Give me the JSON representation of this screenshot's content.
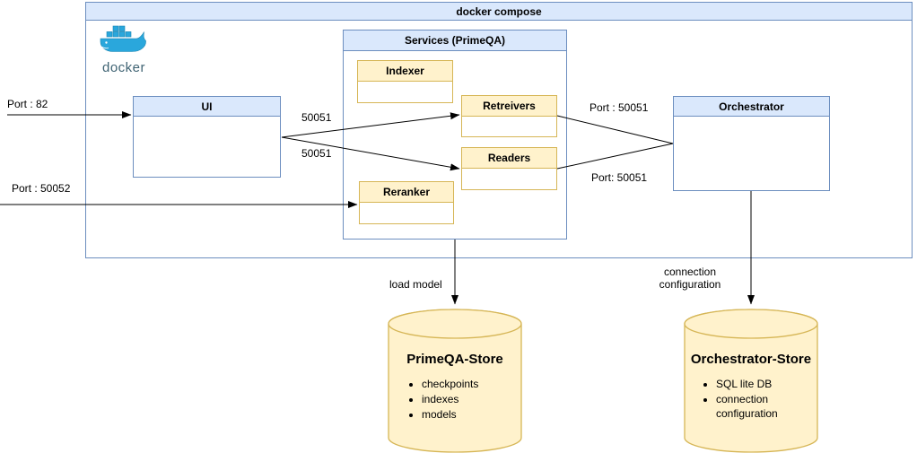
{
  "diagram": {
    "outer_group": {
      "title": "docker compose"
    },
    "logo": {
      "label": "docker"
    },
    "nodes": {
      "ui": {
        "title": "UI"
      },
      "services": {
        "title": "Services (PrimeQA)"
      },
      "indexer": {
        "title": "Indexer"
      },
      "retreivers": {
        "title": "Retreivers"
      },
      "readers": {
        "title": "Readers"
      },
      "reranker": {
        "title": "Reranker"
      },
      "orchestrator": {
        "title": "Orchestrator"
      }
    },
    "edge_labels": {
      "port_82": "Port : 82",
      "port_50052": "Port : 50052",
      "p50051_top": "50051",
      "p50051_bottom": "50051",
      "port_50051_top": "Port : 50051",
      "port_50051_bottom": "Port: 50051",
      "load_model": "load model",
      "connection_config": "connection configuration"
    },
    "stores": {
      "primeqa": {
        "title": "PrimeQA-Store",
        "items": [
          "checkpoints",
          "indexes",
          "models"
        ]
      },
      "orchestrator_store": {
        "title": "Orchestrator-Store",
        "items": [
          "SQL lite DB",
          "connection configuration"
        ]
      }
    },
    "colors": {
      "blue_fill": "#dae8fc",
      "blue_border": "#6c8ebf",
      "yellow_fill": "#fff2cc",
      "yellow_border": "#d6b656",
      "line": "#000000",
      "docker_brand": "#2aa7dc"
    }
  }
}
